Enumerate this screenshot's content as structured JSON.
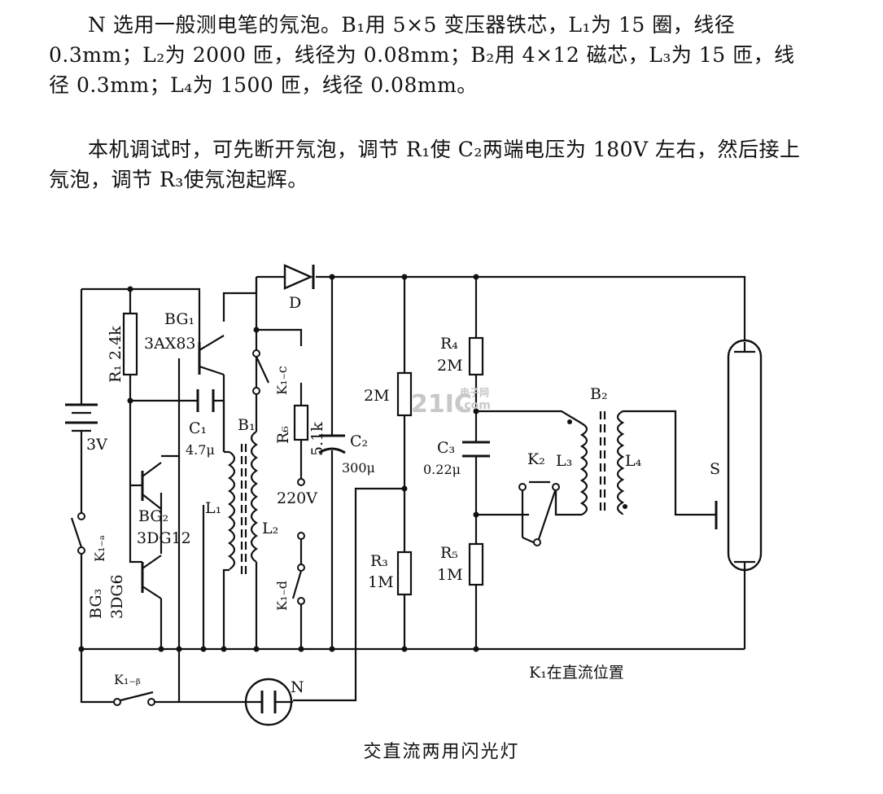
{
  "text": {
    "para1": "N 选用一般测电笔的氖泡。B₁用 5×5 变压器铁芯，L₁为 15 圈，线径 0.3mm；L₂为 2000 匝，线径为 0.08mm；B₂用 4×12 磁芯，L₃为 15 匝，线径 0.3mm；L₄为 1500 匝，线径 0.08mm。",
    "para2": "本机调试时，可先断开氖泡，调节 R₁使 C₂两端电压为 180V 左右，然后接上氖泡，调节 R₃使氖泡起辉。"
  },
  "labels": {
    "r1": "R₁ 2.4k",
    "bg1": "BG₁",
    "bg1_model": "3AX83",
    "c1": "C₁",
    "c1_val": "4.7μ",
    "bg2": "BG₂",
    "bg2_model": "3DG12",
    "bg3": "BG₃",
    "bg3_model": "3DG6",
    "battery": "3V",
    "k1a": "K₁₋ₐ",
    "k1b": "K₁₋ᵦ",
    "k1c": "K₁₋c",
    "k1d": "K₁₋d",
    "b1": "B₁",
    "l1": "L₁",
    "l2": "L₂",
    "r6": "R₆",
    "r6_val": "5.1k",
    "ac": "220V",
    "d": "D",
    "c2": "C₂",
    "c2_val": "300μ",
    "pot_val": "2M",
    "r3": "R₃",
    "r3_val": "1M",
    "r4": "R₄",
    "r4_val": "2M",
    "c3": "C₃",
    "c3_val": "0.22μ",
    "r5": "R₅",
    "r5_val": "1M",
    "k2": "K₂",
    "l3": "L₃",
    "b2": "B₂",
    "l4": "L₄",
    "s": "S",
    "n": "N",
    "k1_note": "K₁在直流位置"
  },
  "watermark": {
    "brand": "21IC",
    "cn": "电子网",
    "domain": ".com"
  },
  "caption": "交直流两用闪光灯"
}
